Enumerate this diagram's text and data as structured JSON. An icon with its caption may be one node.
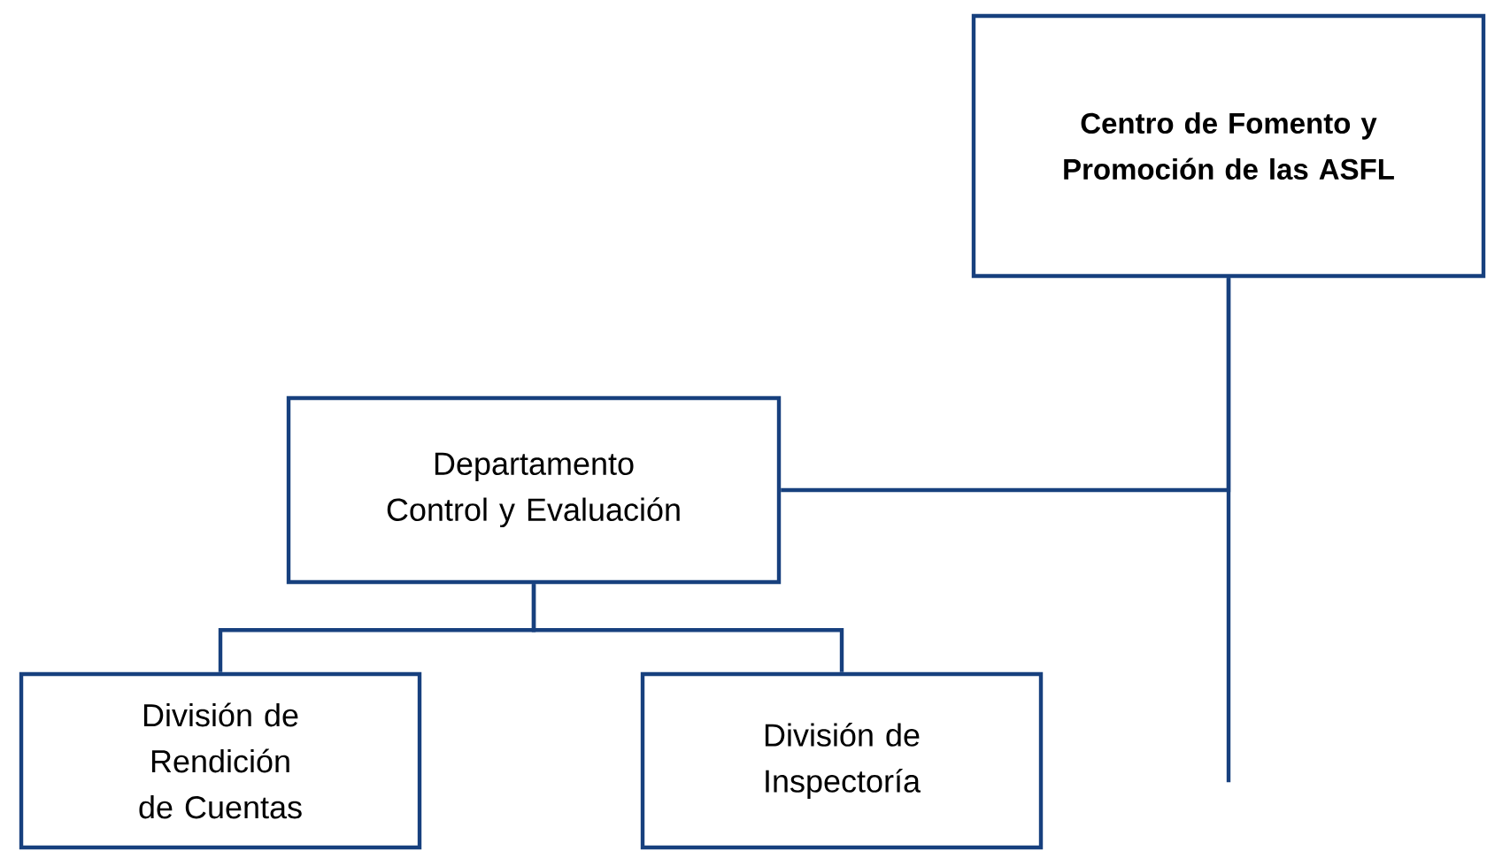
{
  "diagram": {
    "nodes": [
      {
        "text": [
          "Centro de Fomento y Promoción de las ASFL"
        ]
      },
      {
        "text": [
          "Departamento Control y Evaluación"
        ]
      },
      {
        "text": [
          "División de Rendición de Cuentas"
        ]
      },
      {
        "text": [
          "División de Inspectoría"
        ]
      }
    ],
    "edges": [
      {
        "from": 0,
        "to": 1,
        "arrow": "none"
      },
      {
        "from": 0,
        "to": null,
        "arrow": "none"
      },
      {
        "from": 1,
        "to": 2,
        "arrow": "none"
      },
      {
        "from": 1,
        "to": 3,
        "arrow": "none"
      }
    ]
  }
}
